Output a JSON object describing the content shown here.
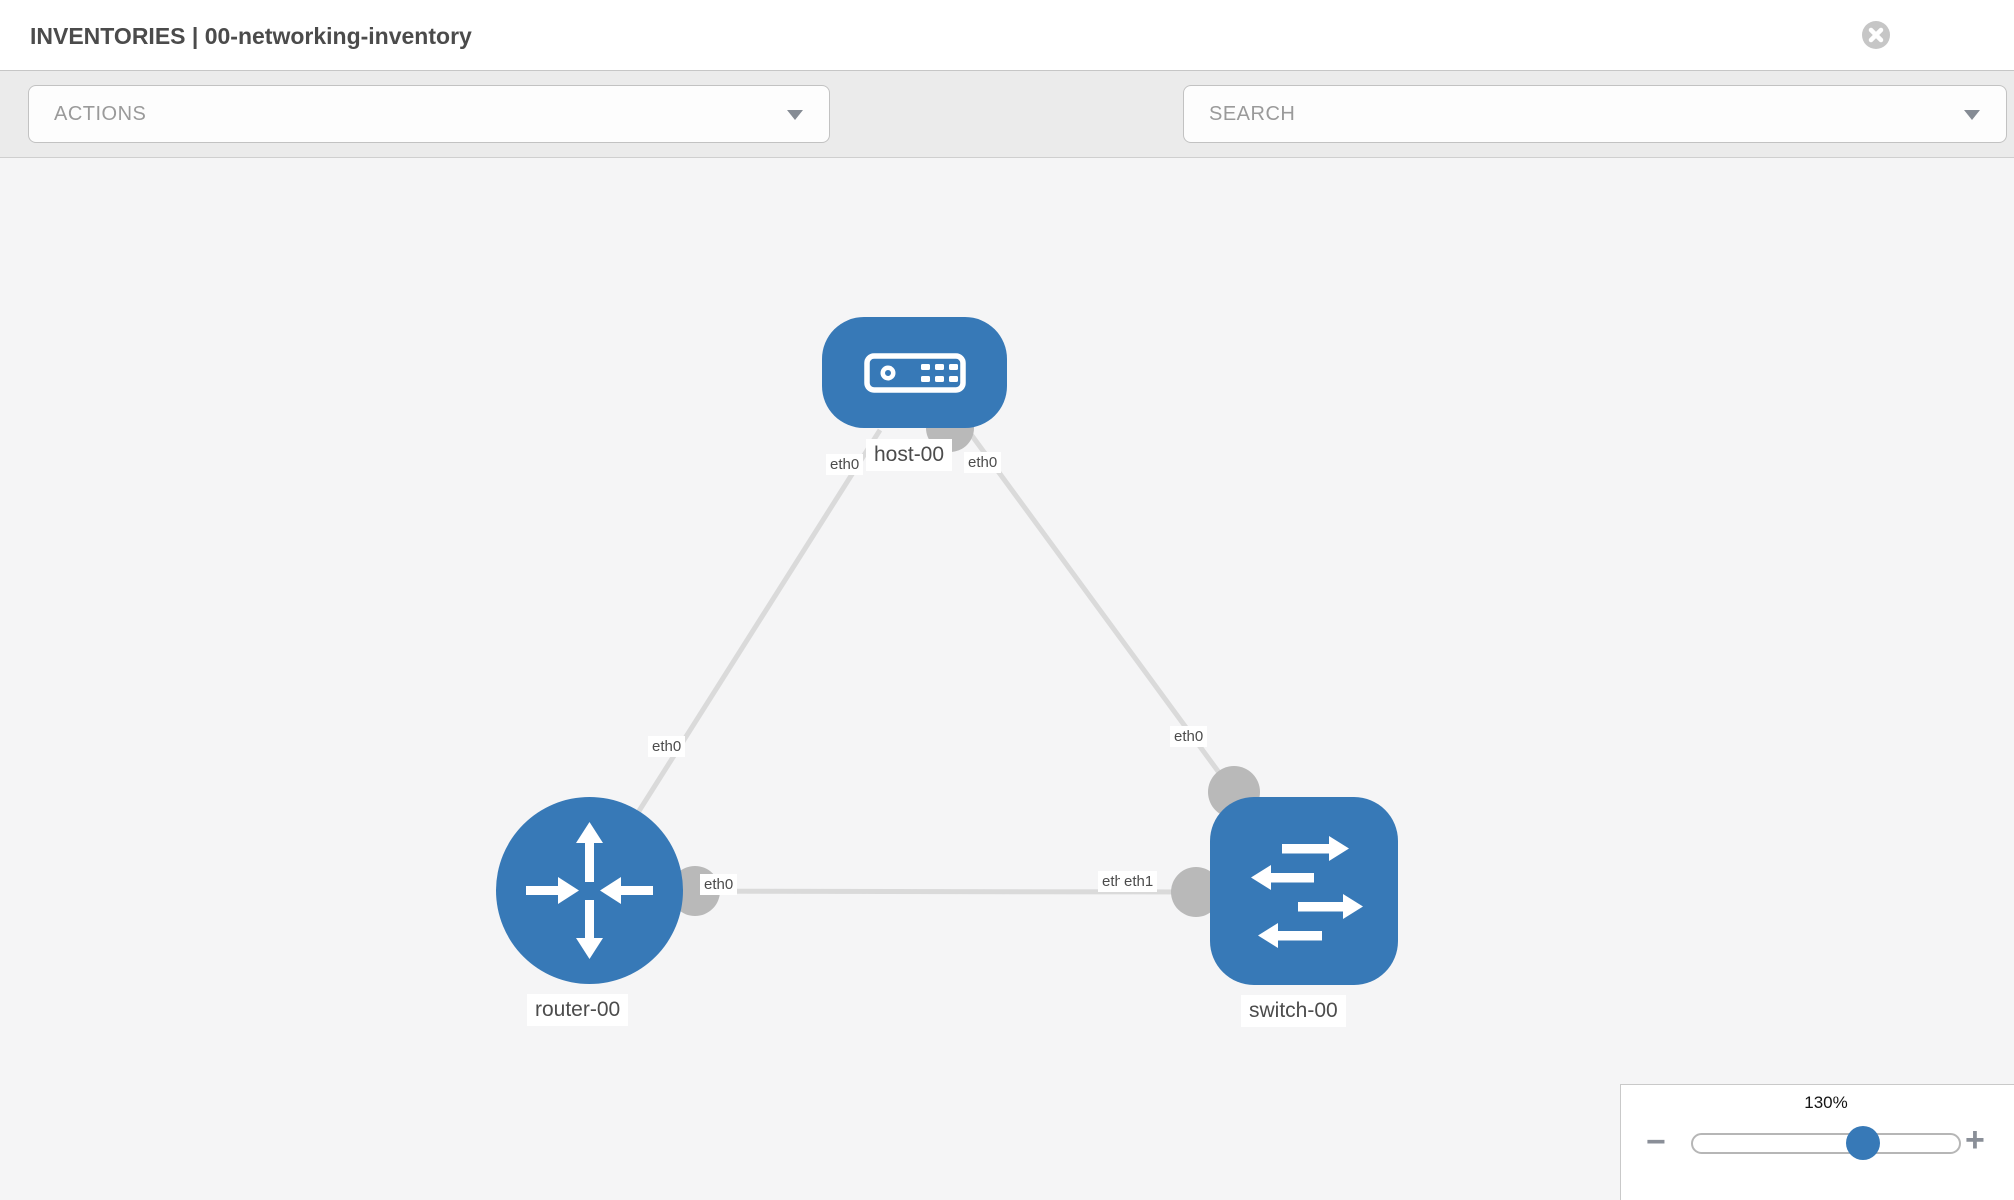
{
  "header": {
    "title": "INVENTORIES | 00-networking-inventory"
  },
  "toolbar": {
    "actions_dropdown": {
      "label": "ACTIONS"
    },
    "search_dropdown": {
      "placeholder": "SEARCH"
    },
    "tool_icons": [
      {
        "name": "wrench-icon"
      },
      {
        "name": "key-icon"
      }
    ]
  },
  "topology": {
    "nodes": [
      {
        "label": "host-00",
        "type": "host"
      },
      {
        "label": "router-00",
        "type": "router"
      },
      {
        "label": "switch-00",
        "type": "switch"
      }
    ],
    "interface_labels": [
      {
        "text": "eth0",
        "node": "host-00"
      },
      {
        "text": "eth0",
        "node": "host-00"
      },
      {
        "text": "eth0",
        "node": "router-00"
      },
      {
        "text": "eth0",
        "node": "switch-00"
      },
      {
        "text": "eth0",
        "node": "router-00"
      },
      {
        "text": "eth0",
        "node": "switch-00"
      },
      {
        "text": "eth1",
        "node": "switch-00"
      }
    ],
    "colors": {
      "node_blue": "#3779b7",
      "link_gray": "#dadada",
      "port_gray": "#b9b9b9",
      "canvas_bg": "#f5f5f6"
    }
  },
  "zoom_control": {
    "level": "130%",
    "minus_label": "−",
    "plus_label": "+"
  },
  "icons": {
    "close": "x-circle-icon",
    "caret": "caret-down-icon",
    "wrench": "wrench-icon",
    "key": "key-icon",
    "minus": "minus-icon",
    "plus": "plus-icon"
  }
}
